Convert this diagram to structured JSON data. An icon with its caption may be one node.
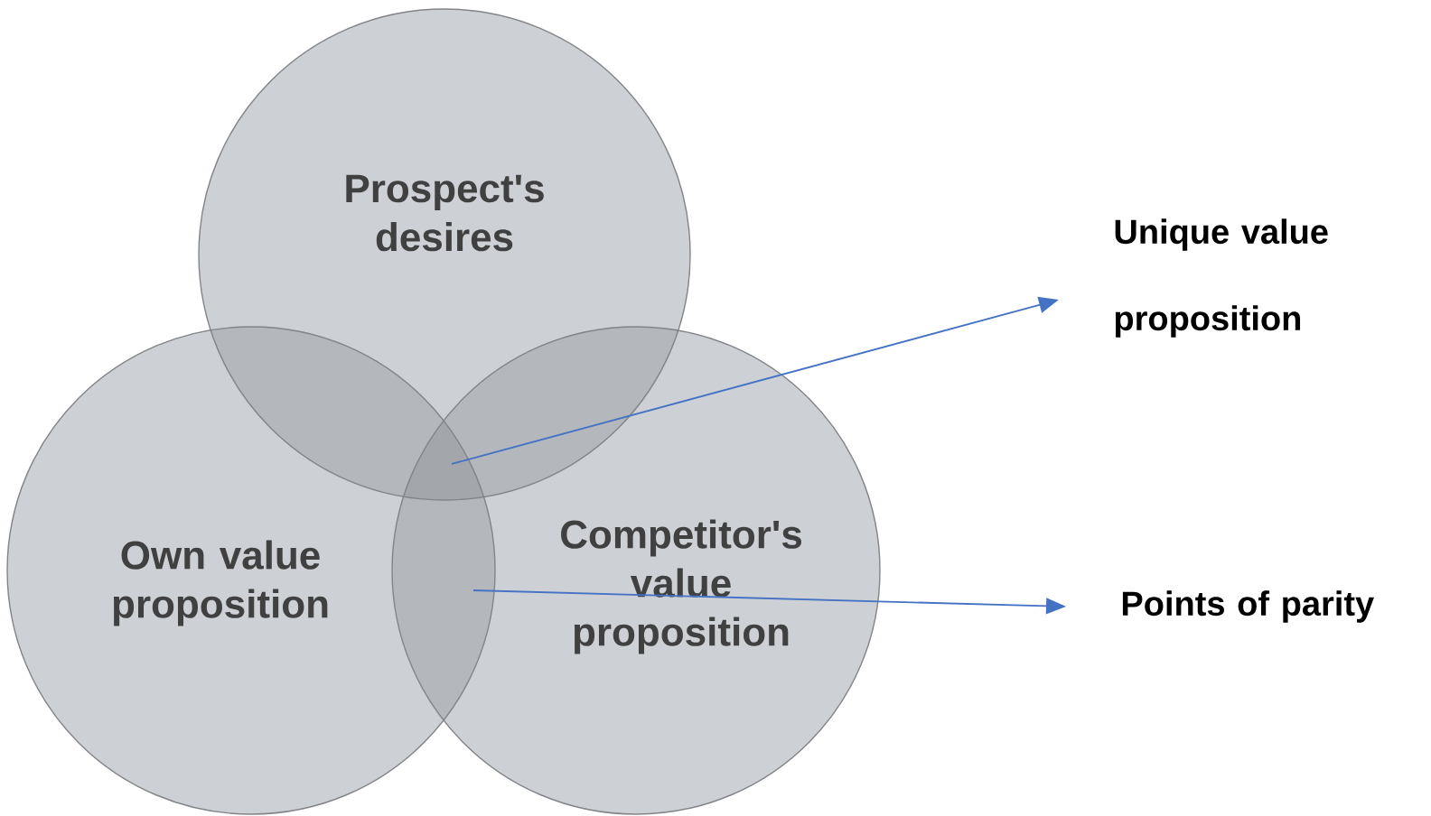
{
  "diagram": {
    "nodes": [
      {
        "text": [
          "Prospect's desires"
        ]
      },
      {
        "text": [
          "Own value proposition"
        ]
      },
      {
        "text": [
          "Competitor's value proposition"
        ]
      },
      {
        "text": [
          "Unique value proposition"
        ]
      },
      {
        "text": [
          "Points of parity"
        ]
      }
    ],
    "edges": [
      {
        "from": 2,
        "to": 3,
        "arrow": "to"
      },
      {
        "from": 2,
        "to": 4,
        "arrow": "to"
      }
    ]
  }
}
